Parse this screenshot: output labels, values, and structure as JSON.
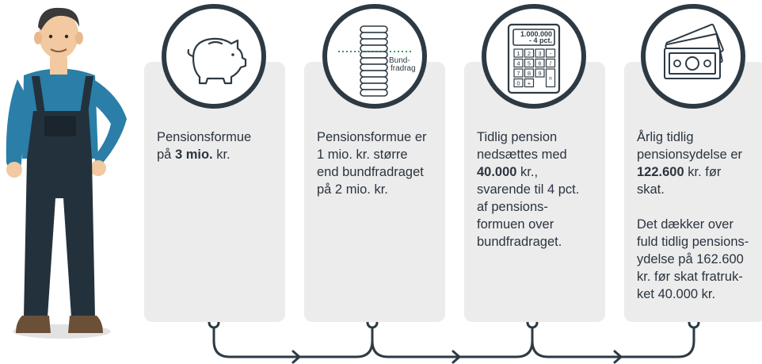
{
  "cards": [
    {
      "icon": "piggy-bank-icon",
      "lines": [
        [
          {
            "t": "Pensionsformue"
          }
        ],
        [
          {
            "t": "på "
          },
          {
            "t": "3 mio.",
            "b": true
          },
          {
            "t": " kr."
          }
        ]
      ]
    },
    {
      "icon": "coin-stack-icon",
      "icon_label": [
        "Bund-",
        "fradrag"
      ],
      "lines": [
        [
          {
            "t": "Pensionsformue er"
          }
        ],
        [
          {
            "t": "1 mio. kr. større"
          }
        ],
        [
          {
            "t": "end bundfradraget"
          }
        ],
        [
          {
            "t": "på 2 mio. kr."
          }
        ]
      ]
    },
    {
      "icon": "calculator-icon",
      "icon_label": [
        "1.000.000",
        "- 4 pct."
      ],
      "calc_keys": [
        "1",
        "2",
        "3",
        "-",
        "4",
        "5",
        "6",
        "/",
        "7",
        "8",
        "9",
        "=",
        "0",
        "+"
      ],
      "lines": [
        [
          {
            "t": "Tidlig pension"
          }
        ],
        [
          {
            "t": "nedsættes med"
          }
        ],
        [
          {
            "t": "40.000",
            "b": true
          },
          {
            "t": " kr.,"
          }
        ],
        [
          {
            "t": "svarende til 4 pct."
          }
        ],
        [
          {
            "t": "af pensions-"
          }
        ],
        [
          {
            "t": "formuen over"
          }
        ],
        [
          {
            "t": "bundfradraget."
          }
        ]
      ]
    },
    {
      "icon": "banknotes-icon",
      "lines": [
        [
          {
            "t": "Årlig tidlig"
          }
        ],
        [
          {
            "t": "pensionsydelse er"
          }
        ],
        [
          {
            "t": "122.600",
            "b": true
          },
          {
            "t": " kr. før"
          }
        ],
        [
          {
            "t": "skat."
          }
        ],
        [
          {
            "t": ""
          }
        ],
        [
          {
            "t": "Det dækker over"
          }
        ],
        [
          {
            "t": "fuld tidlig pensions-"
          }
        ],
        [
          {
            "t": "ydelse på 162.600"
          }
        ],
        [
          {
            "t": "kr. før skat fratruk-"
          }
        ],
        [
          {
            "t": "ket 40.000 kr."
          }
        ]
      ]
    }
  ],
  "colors": {
    "card_bg": "#ececec",
    "dark": "#2d3a44",
    "text": "#2b3440",
    "accent_green": "#2e9e6e",
    "shirt": "#2b7ea8",
    "overalls": "#23313c",
    "skin": "#f2c9a0",
    "hair": "#3a3a3a",
    "boots": "#6b5038"
  }
}
